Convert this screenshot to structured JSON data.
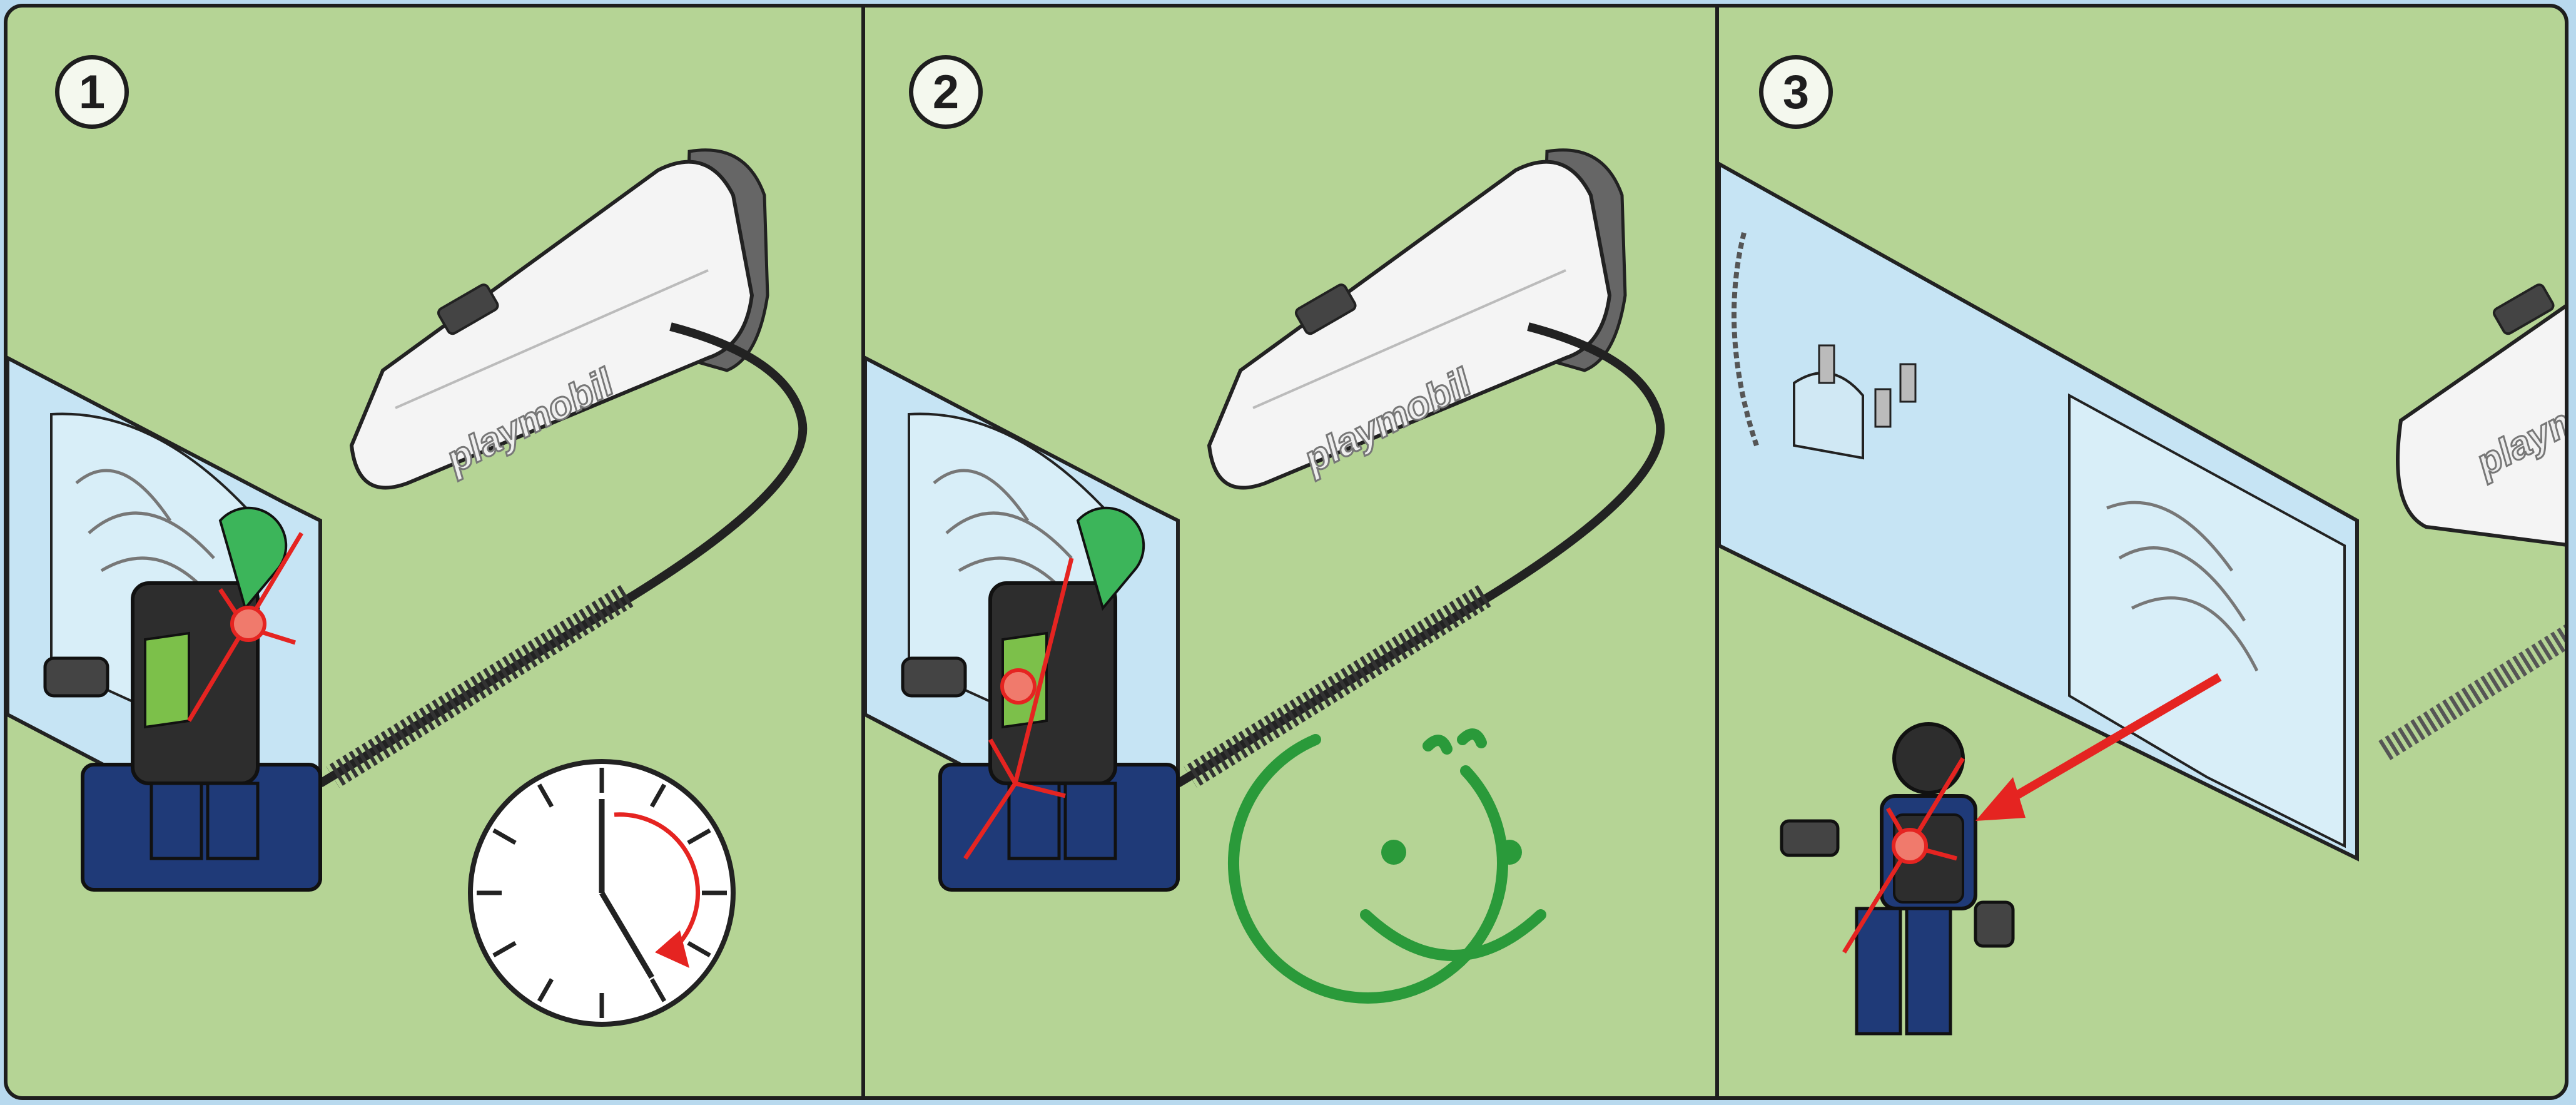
{
  "steps": [
    {
      "number": "1",
      "brand": "playmobil",
      "indicator": "clock-icon"
    },
    {
      "number": "2",
      "brand": "playmobil",
      "indicator": "smiley-icon"
    },
    {
      "number": "3",
      "brand": "playmobil",
      "indicator": "arrow-icon"
    }
  ],
  "colors": {
    "panel_background": "#b5d495",
    "outer_background": "#b8d9ee",
    "outline": "#1e1e1e",
    "led_red": "#e52421",
    "smiley_green": "#2a9a3a",
    "robot_blue": "#1f3a78"
  }
}
